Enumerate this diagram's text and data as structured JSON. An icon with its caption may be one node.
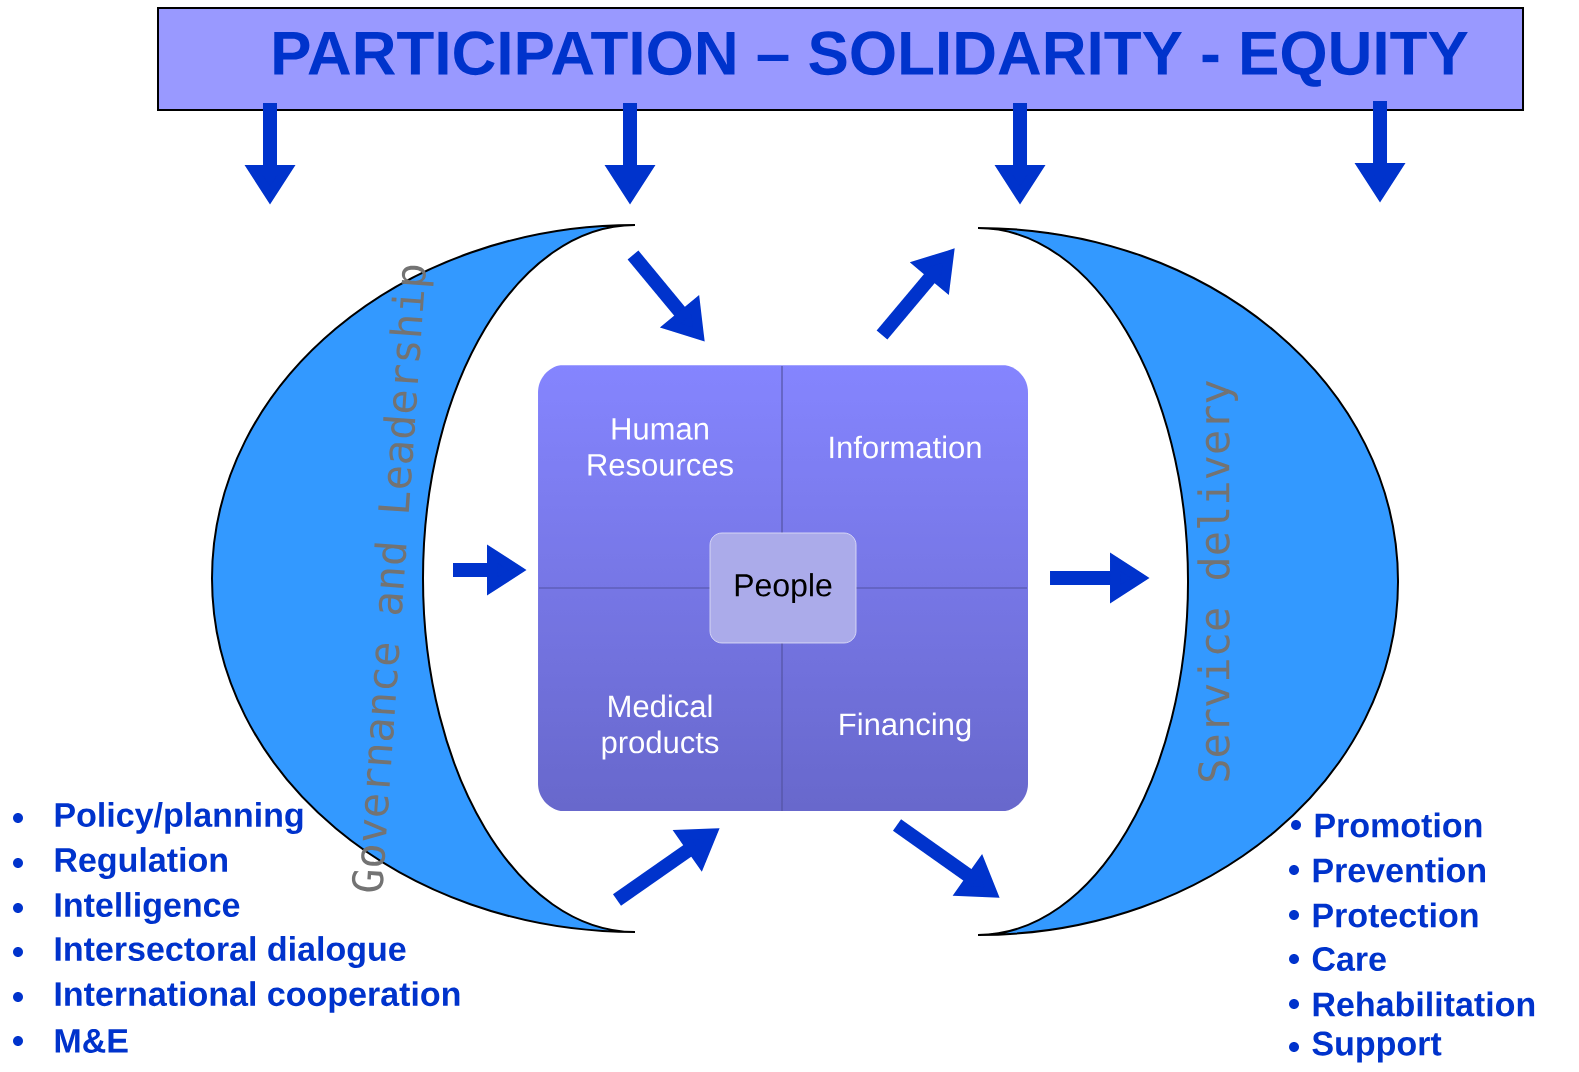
{
  "diagram": {
    "nodes": [
      {
        "text": [
          "PARTICIPATION – SOLIDARITY - EQUITY"
        ]
      },
      {
        "text": [
          "Governance and Leadership"
        ]
      },
      {
        "text": [
          "Service delivery"
        ]
      },
      {
        "text": [],
        "shape": "box"
      },
      {
        "text": [
          "Human Resources"
        ],
        "in": 3
      },
      {
        "text": [
          "Information"
        ],
        "in": 3
      },
      {
        "text": [
          "People"
        ],
        "in": 3
      },
      {
        "text": [
          "Medical products"
        ],
        "in": 3
      },
      {
        "text": [
          "Financing"
        ],
        "in": 3
      }
    ],
    "edges": [
      {
        "from": 0,
        "to": null,
        "arrow": "to"
      },
      {
        "from": 0,
        "to": null,
        "arrow": "to"
      },
      {
        "from": 0,
        "to": null,
        "arrow": "to"
      },
      {
        "from": 0,
        "to": null,
        "arrow": "to"
      },
      {
        "from": 1,
        "to": 3,
        "arrow": "to"
      },
      {
        "from": 1,
        "to": 3,
        "arrow": "to"
      },
      {
        "from": 1,
        "to": 3,
        "arrow": "to"
      },
      {
        "from": 3,
        "to": 2,
        "arrow": "to"
      },
      {
        "from": 3,
        "to": 2,
        "arrow": "to"
      },
      {
        "from": 3,
        "to": 2,
        "arrow": "to"
      }
    ],
    "labels": [
      "Policy/planning",
      "Regulation",
      "Intelligence",
      "Intersectoral dialogue",
      "International cooperation",
      "M&E",
      "Promotion",
      "Prevention",
      "Protection",
      "Care",
      "Rehabilitation",
      "Support"
    ]
  }
}
